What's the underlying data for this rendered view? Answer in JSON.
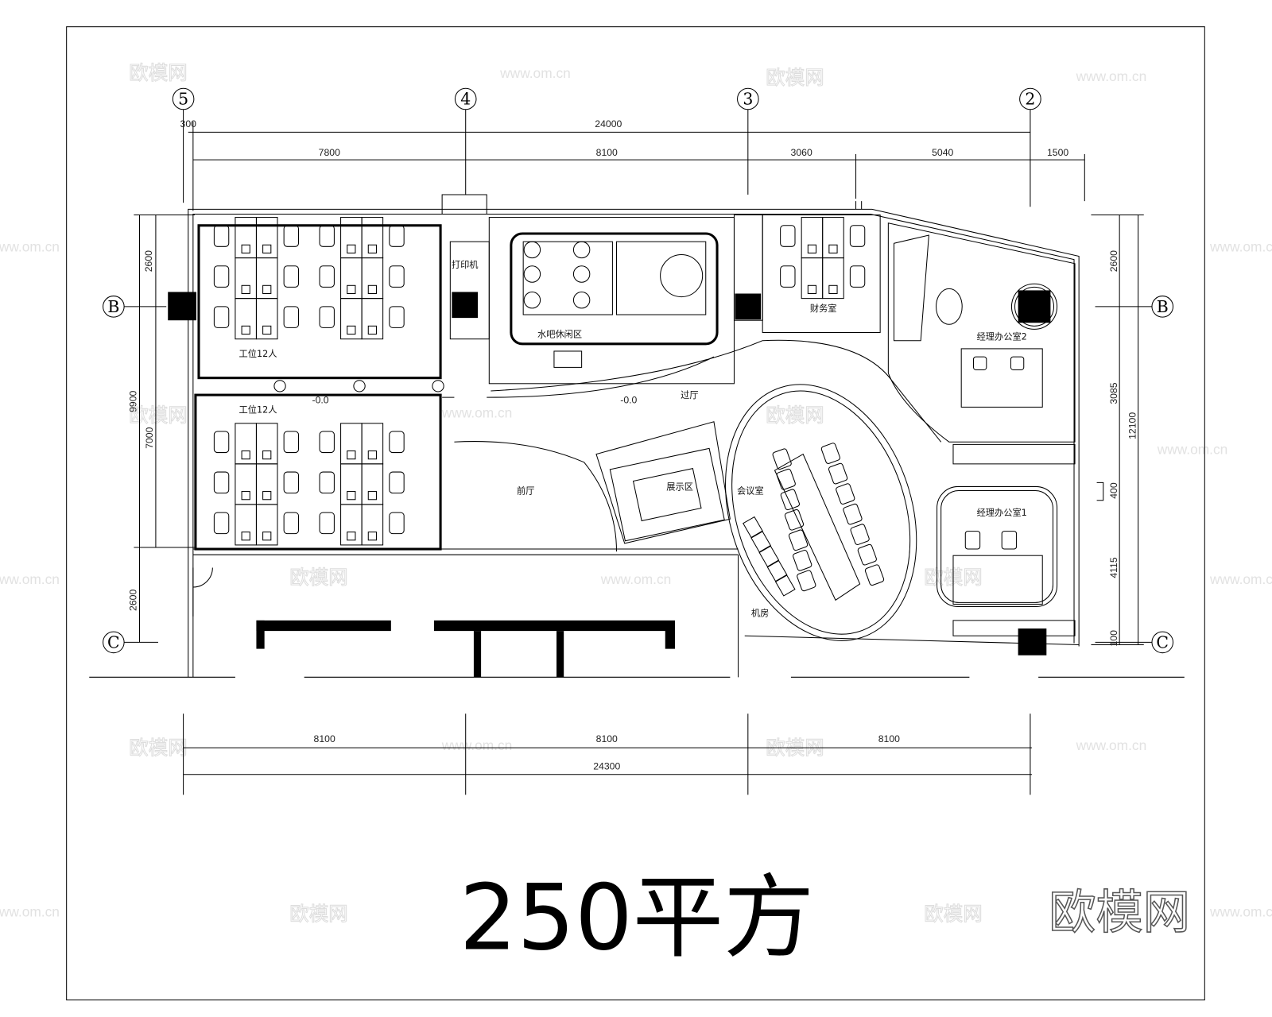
{
  "drawing": {
    "title": "250平方",
    "logo_text": "欧模网",
    "watermark_text": "欧模网",
    "watermark_url": "www.om.cn",
    "axes": {
      "columns": [
        "5",
        "4",
        "3",
        "2"
      ],
      "rows": [
        "B",
        "C"
      ]
    },
    "dimensions": {
      "top_total": "24000",
      "top_offset": "300",
      "top_segments": [
        "7800",
        "8100",
        "3060",
        "5040",
        "1500"
      ],
      "left": [
        "2600",
        "9900",
        "7000",
        "2600"
      ],
      "right": [
        "2600",
        "3085",
        "12100",
        "400",
        "4115",
        "100"
      ],
      "bottom_segments": [
        "8100",
        "8100",
        "8100"
      ],
      "bottom_total": "24300"
    },
    "rooms": {
      "workstation_a": "工位12人",
      "workstation_b": "工位12人",
      "printer": "打印机",
      "water_bar": "水吧休闲区",
      "finance": "财务室",
      "manager_office_2": "经理办公室2",
      "manager_office_1": "经理办公室1",
      "corridor": "过厅",
      "lobby": "前厅",
      "display": "展示区",
      "meeting": "会议室",
      "server": "机房"
    },
    "elevations": [
      "-0.0",
      "-0.0"
    ]
  }
}
